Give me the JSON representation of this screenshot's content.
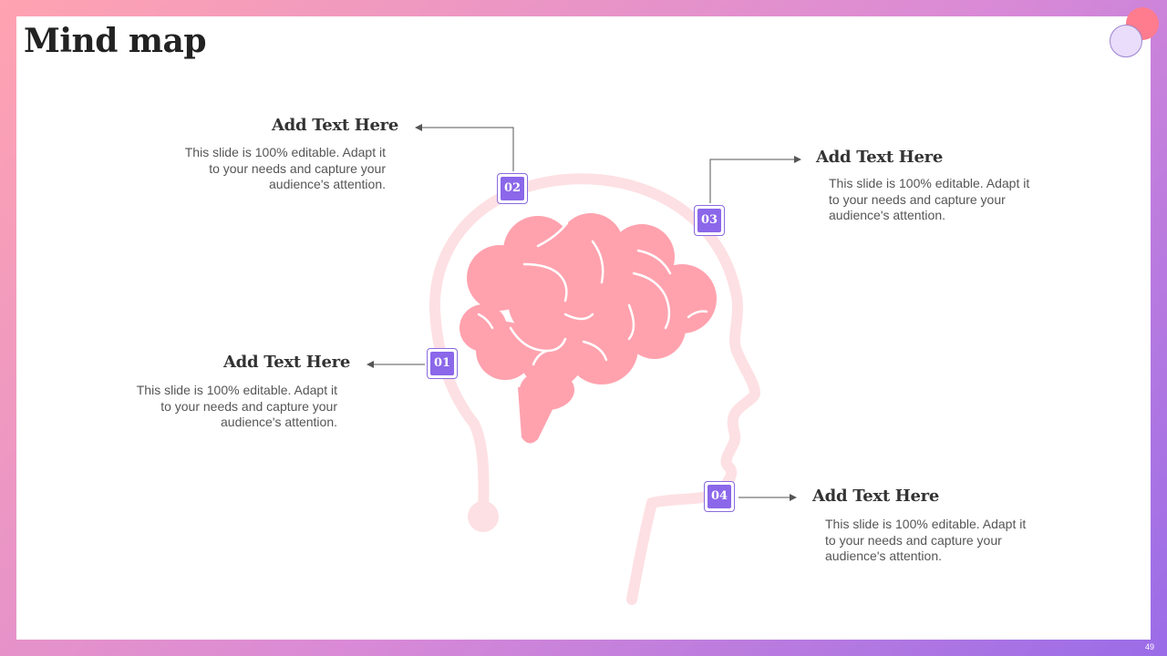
{
  "slide": {
    "title": "Mind map",
    "page_number": "49",
    "colors": {
      "accent": "#8b67ea",
      "brain": "#ffa2ae",
      "head_outline": "#fde0e3"
    },
    "items": [
      {
        "number": "01",
        "heading": "Add Text Here",
        "text": "This slide is 100% editable. Adapt it to your needs and capture your audience's attention."
      },
      {
        "number": "02",
        "heading": "Add Text Here",
        "text": "This slide is 100% editable. Adapt it to your needs and capture your audience's attention."
      },
      {
        "number": "03",
        "heading": "Add Text Here",
        "text": "This slide is 100% editable. Adapt it to your needs and capture your audience's attention."
      },
      {
        "number": "04",
        "heading": "Add Text Here",
        "text": "This slide is 100% editable. Adapt it to your needs and capture your audience's attention."
      }
    ]
  }
}
